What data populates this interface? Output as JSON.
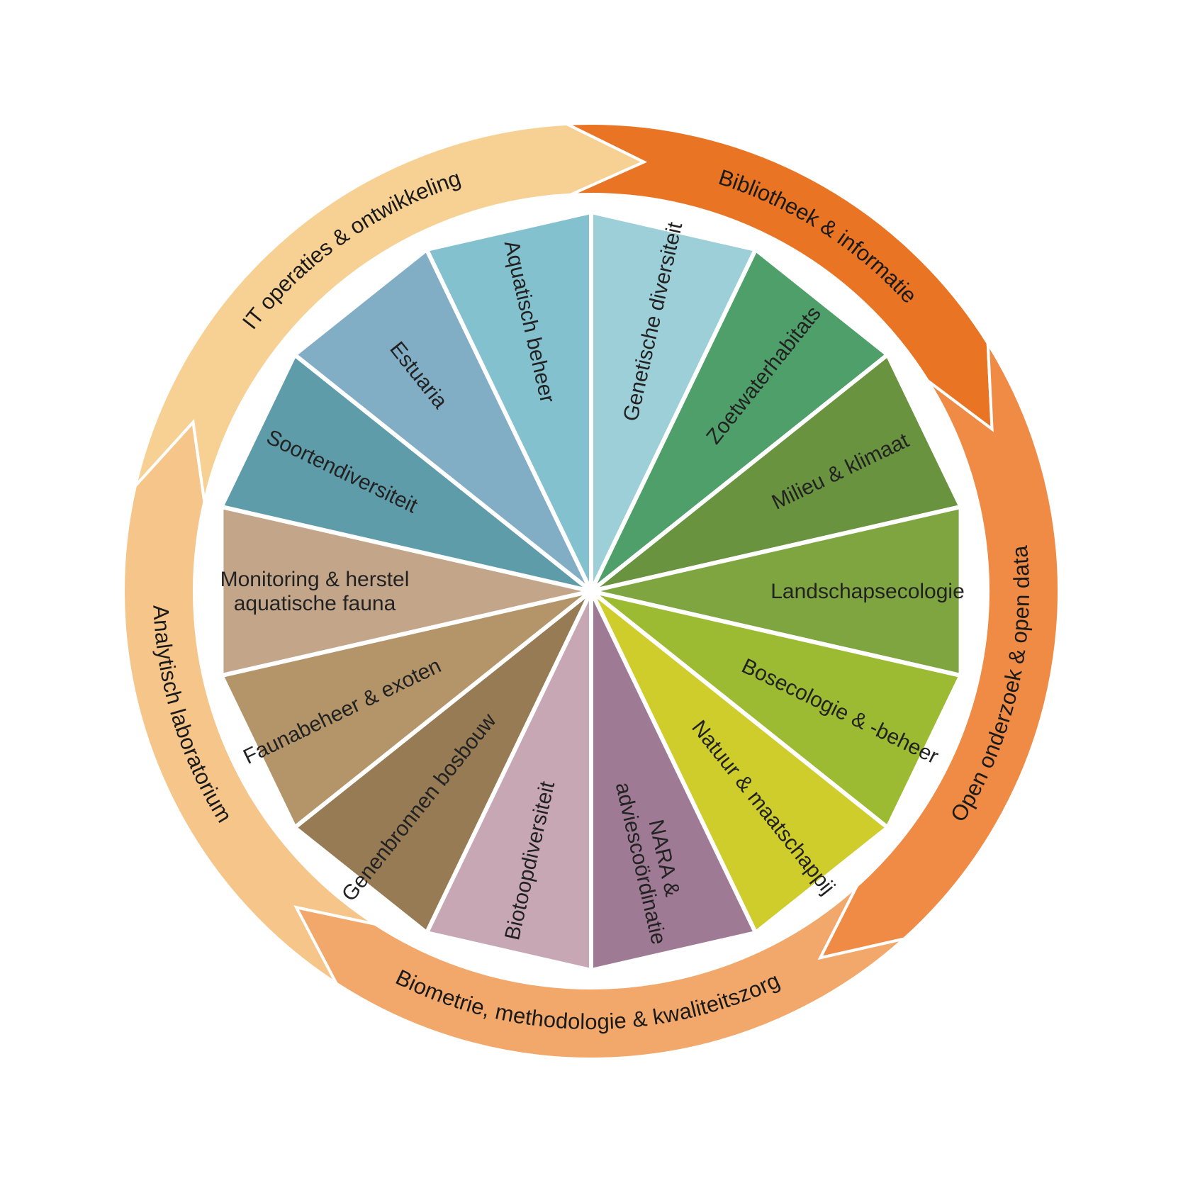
{
  "background": "#ffffff",
  "ring": [
    {
      "label": "Bibliotheek & informatie",
      "color": "#e87424"
    },
    {
      "label": "Open onderzoek & open data",
      "color": "#ef8b45"
    },
    {
      "label": "Biometrie, methodologie & kwaliteitszorg",
      "color": "#f2a86b"
    },
    {
      "label": "Analytisch laboratorium",
      "color": "#f5c589"
    },
    {
      "label": "IT operaties & ontwikkeling",
      "color": "#f6d193"
    }
  ],
  "segments": [
    {
      "label": [
        "Genetische diversiteit"
      ],
      "color": "#9dcfd8"
    },
    {
      "label": [
        "Zoetwaterhabitats"
      ],
      "color": "#4e9f69"
    },
    {
      "label": [
        "Milieu & klimaat"
      ],
      "color": "#69933f"
    },
    {
      "label": [
        "Landschapsecologie"
      ],
      "color": "#7ea540"
    },
    {
      "label": [
        "Bosecologie & -beheer"
      ],
      "color": "#9dbb32"
    },
    {
      "label": [
        "Natuur & maatschappij"
      ],
      "color": "#cfcd2b"
    },
    {
      "label": [
        "NARA &",
        "adviescoördinatie"
      ],
      "color": "#9f7a94"
    },
    {
      "label": [
        "Biotoopdiversiteit"
      ],
      "color": "#c7a7b4"
    },
    {
      "label": [
        "Genenbronnen bosbouw"
      ],
      "color": "#977b54"
    },
    {
      "label": [
        "Faunabeheer & exoten"
      ],
      "color": "#b4956a"
    },
    {
      "label": [
        "Monitoring & herstel",
        "aquatische fauna"
      ],
      "color": "#c3a68a"
    },
    {
      "label": [
        "Soortendiversiteit"
      ],
      "color": "#5f9ca9"
    },
    {
      "label": [
        "Estuaria"
      ],
      "color": "#82aec5"
    },
    {
      "label": [
        "Aquatisch beheer"
      ],
      "color": "#83c1ce"
    }
  ]
}
